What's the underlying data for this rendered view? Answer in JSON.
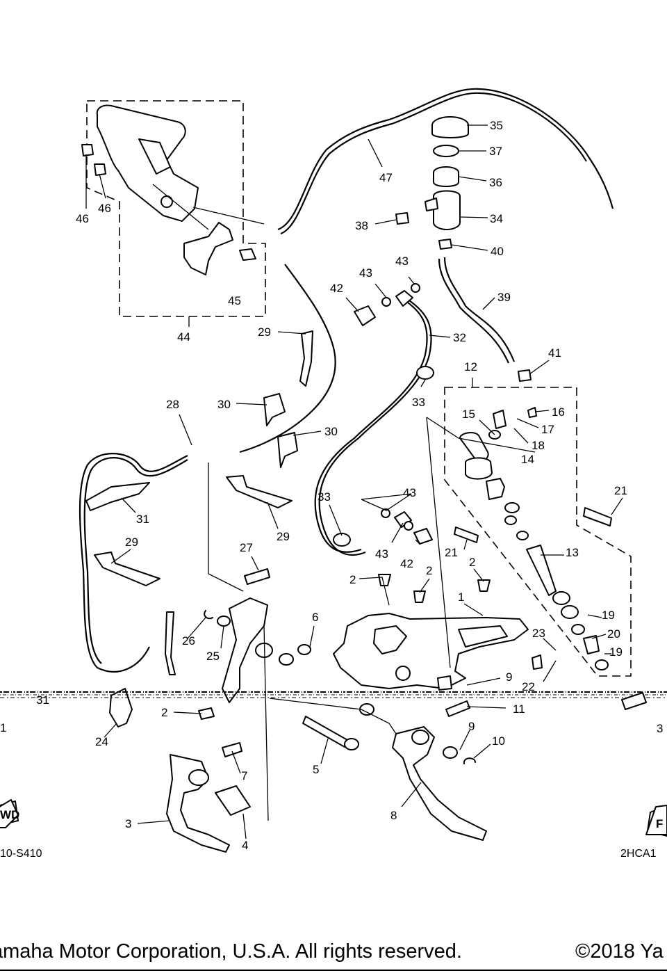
{
  "diagram": {
    "part_labels": [
      {
        "id": "l35",
        "text": "35"
      },
      {
        "id": "l37",
        "text": "37"
      },
      {
        "id": "l36",
        "text": "36"
      },
      {
        "id": "l34",
        "text": "34"
      },
      {
        "id": "l38",
        "text": "38"
      },
      {
        "id": "l40",
        "text": "40"
      },
      {
        "id": "l39",
        "text": "39"
      },
      {
        "id": "l41",
        "text": "41"
      },
      {
        "id": "l47",
        "text": "47"
      },
      {
        "id": "l46a",
        "text": "46"
      },
      {
        "id": "l46b",
        "text": "46"
      },
      {
        "id": "l45",
        "text": "45"
      },
      {
        "id": "l44",
        "text": "44"
      },
      {
        "id": "l43a",
        "text": "43"
      },
      {
        "id": "l43b",
        "text": "43"
      },
      {
        "id": "l42a",
        "text": "42"
      },
      {
        "id": "l32",
        "text": "32"
      },
      {
        "id": "l33a",
        "text": "33"
      },
      {
        "id": "l29a",
        "text": "29"
      },
      {
        "id": "l30a",
        "text": "30"
      },
      {
        "id": "l30b",
        "text": "30"
      },
      {
        "id": "l12",
        "text": "12"
      },
      {
        "id": "l15",
        "text": "15"
      },
      {
        "id": "l16",
        "text": "16"
      },
      {
        "id": "l17",
        "text": "17"
      },
      {
        "id": "l18",
        "text": "18"
      },
      {
        "id": "l14",
        "text": "14"
      },
      {
        "id": "l21a",
        "text": "21"
      },
      {
        "id": "l28",
        "text": "28"
      },
      {
        "id": "l31a",
        "text": "31"
      },
      {
        "id": "l29b",
        "text": "29"
      },
      {
        "id": "l29c",
        "text": "29"
      },
      {
        "id": "l33b",
        "text": "33"
      },
      {
        "id": "l43c",
        "text": "43"
      },
      {
        "id": "l43d",
        "text": "43"
      },
      {
        "id": "l42b",
        "text": "42"
      },
      {
        "id": "l21b",
        "text": "21"
      },
      {
        "id": "l13",
        "text": "13"
      },
      {
        "id": "l27",
        "text": "27"
      },
      {
        "id": "l2a",
        "text": "2"
      },
      {
        "id": "l2b",
        "text": "2"
      },
      {
        "id": "l2c",
        "text": "2"
      },
      {
        "id": "l1",
        "text": "1"
      },
      {
        "id": "l19a",
        "text": "19"
      },
      {
        "id": "l20",
        "text": "20"
      },
      {
        "id": "l19b",
        "text": "19"
      },
      {
        "id": "l23",
        "text": "23"
      },
      {
        "id": "l22",
        "text": "22"
      },
      {
        "id": "l6",
        "text": "6"
      },
      {
        "id": "l26",
        "text": "26"
      },
      {
        "id": "l25",
        "text": "25"
      },
      {
        "id": "l9a",
        "text": "9"
      },
      {
        "id": "l11",
        "text": "11"
      },
      {
        "id": "l31b",
        "text": "31"
      },
      {
        "id": "l1b",
        "text": "1"
      },
      {
        "id": "l2d",
        "text": "2"
      },
      {
        "id": "l24",
        "text": "24"
      },
      {
        "id": "l5",
        "text": "5"
      },
      {
        "id": "l7",
        "text": "7"
      },
      {
        "id": "l9b",
        "text": "9"
      },
      {
        "id": "l10",
        "text": "10"
      },
      {
        "id": "l8",
        "text": "8"
      },
      {
        "id": "l3",
        "text": "3"
      },
      {
        "id": "l4",
        "text": "4"
      },
      {
        "id": "l3r",
        "text": "3"
      }
    ],
    "fwd_left": "WD",
    "fwd_right": "F",
    "code_left": "10-S410",
    "code_right": "2HCA1"
  },
  "footer": {
    "copyright_left": "amaha Motor Corporation, U.S.A. All rights reserved.",
    "copyright_right": "©2018 Ya"
  }
}
